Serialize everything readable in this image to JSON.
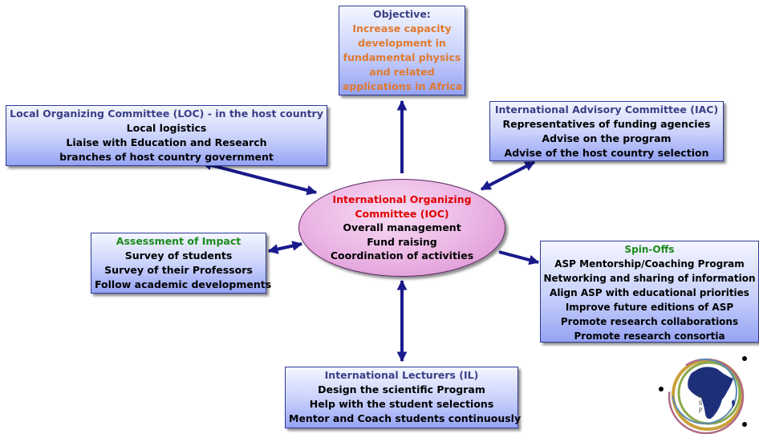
{
  "objective": {
    "title": "Objective:",
    "lines": [
      "Increase capacity",
      "development in",
      "fundamental physics",
      "and related",
      "applications in Africa"
    ]
  },
  "loc": {
    "title": "Local Organizing Committee (LOC) - in the host country",
    "lines": [
      "Local logistics",
      "Liaise with Education and Research",
      "branches of host country government"
    ]
  },
  "iac": {
    "title": "International Advisory Committee (IAC)",
    "lines": [
      "Representatives of funding agencies",
      "Advise on the program",
      "Advise of the host country selection"
    ]
  },
  "ioc": {
    "title_line1": "International Organizing",
    "title_line2": "Committee (IOC)",
    "lines": [
      "Overall management",
      "Fund raising",
      "Coordination of activities"
    ]
  },
  "impact": {
    "title": "Assessment of Impact",
    "lines": [
      "Survey of students",
      "Survey of their Professors",
      "Follow academic developments"
    ]
  },
  "spinoffs": {
    "title": "Spin-Offs",
    "lines": [
      "ASP Mentorship/Coaching Program",
      "Networking and sharing of information",
      "Align ASP with educational priorities",
      "Improve future editions of ASP",
      "Promote research collaborations",
      "Promote research consortia"
    ]
  },
  "lecturers": {
    "title": "International Lecturers (IL)",
    "lines": [
      "Design the scientific Program",
      "Help with the student selections",
      "Mentor and Coach students continuously"
    ]
  },
  "logo": {
    "letters": "ASP",
    "icon": "africa-map-logo"
  },
  "colors": {
    "box_border": "#2e3a9a",
    "arrow": "#1a1a8c",
    "heading_navy": "#3a3f86",
    "heading_green": "#1a8a1a",
    "heading_red": "#e00000",
    "objective_text": "#e07a30",
    "ellipse_fill": "#eab3e3"
  }
}
